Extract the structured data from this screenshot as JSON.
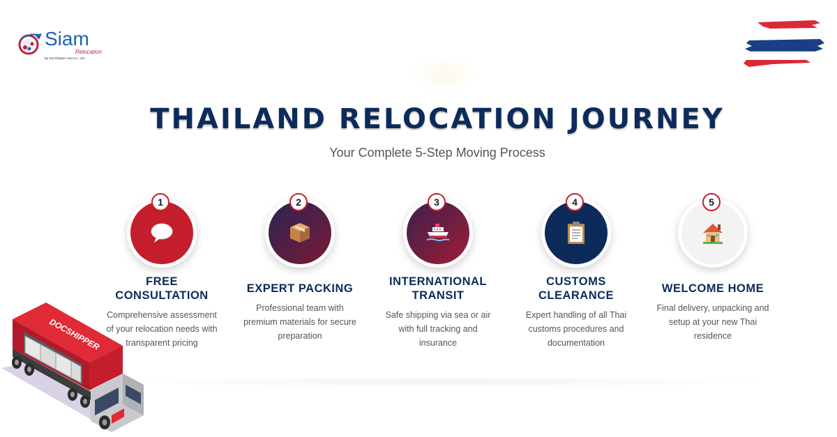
{
  "logo": {
    "word": "Siam",
    "sub": "Relocation",
    "tagline": "By DocShipper Asia Co., Ltd."
  },
  "header": {
    "title": "THAILAND RELOCATION JOURNEY",
    "subtitle": "Your Complete 5-Step Moving Process"
  },
  "steps": [
    {
      "number": "1",
      "title_line1": "FREE",
      "title_line2": "CONSULTATION",
      "desc_line1": "Comprehensive assessment",
      "desc_line2": "of your relocation needs with",
      "desc_line3": "transparent pricing",
      "icon": "speech-bubble-icon",
      "circle_color": "#c41e2c"
    },
    {
      "number": "2",
      "title": "EXPERT PACKING",
      "desc_line1": "Professional team with",
      "desc_line2": "premium materials for secure",
      "desc_line3": "preparation",
      "icon": "package-icon",
      "circle_color": "#5a1a3a"
    },
    {
      "number": "3",
      "title_line1": "INTERNATIONAL",
      "title_line2": "TRANSIT",
      "desc_line1": "Safe shipping via sea or air",
      "desc_line2": "with full tracking and",
      "desc_line3": "insurance",
      "icon": "ship-icon",
      "circle_color": "#7a1c38"
    },
    {
      "number": "4",
      "title_line1": "CUSTOMS",
      "title_line2": "CLEARANCE",
      "desc_line1": "Expert handling of all Thai",
      "desc_line2": "customs procedures and",
      "desc_line3": "documentation",
      "icon": "clipboard-icon",
      "circle_color": "#0d2b5a"
    },
    {
      "number": "5",
      "title": "WELCOME HOME",
      "desc_line1": "Final delivery, unpacking and",
      "desc_line2": "setup at your new Thai",
      "desc_line3": "residence",
      "icon": "house-icon",
      "circle_color": "#f2f2f2"
    }
  ],
  "truck": {
    "brand": "DOCSHIPPER"
  },
  "colors": {
    "navy": "#0d2b5a",
    "red": "#c41e2c",
    "flag_red": "#d92a35",
    "flag_blue": "#1b3f86"
  }
}
